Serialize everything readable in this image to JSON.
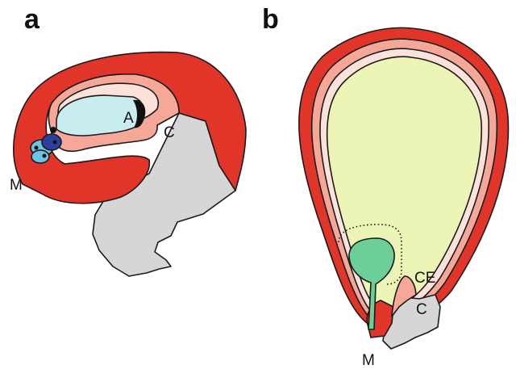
{
  "panels": [
    {
      "letter": "a",
      "labels": {
        "anther": "A",
        "chalaza": "C",
        "micropyle": "M"
      }
    },
    {
      "letter": "b",
      "labels": {
        "central_cell": "CE",
        "chalaza": "C",
        "micropyle": "M"
      }
    }
  ],
  "colors": {
    "integument_outer": "#e2352a",
    "integument_inner": "#f6a898",
    "endothelium_pale": "#fde2dc",
    "chalaza_grey": "#d6d6d6",
    "embryo_sac_light": "#c9ecef",
    "cell_light_blue": "#6cc3e3",
    "cell_dark_blue": "#2c3e9e",
    "endosperm": "#ecf4b6",
    "embryo_green": "#6bcf97"
  }
}
